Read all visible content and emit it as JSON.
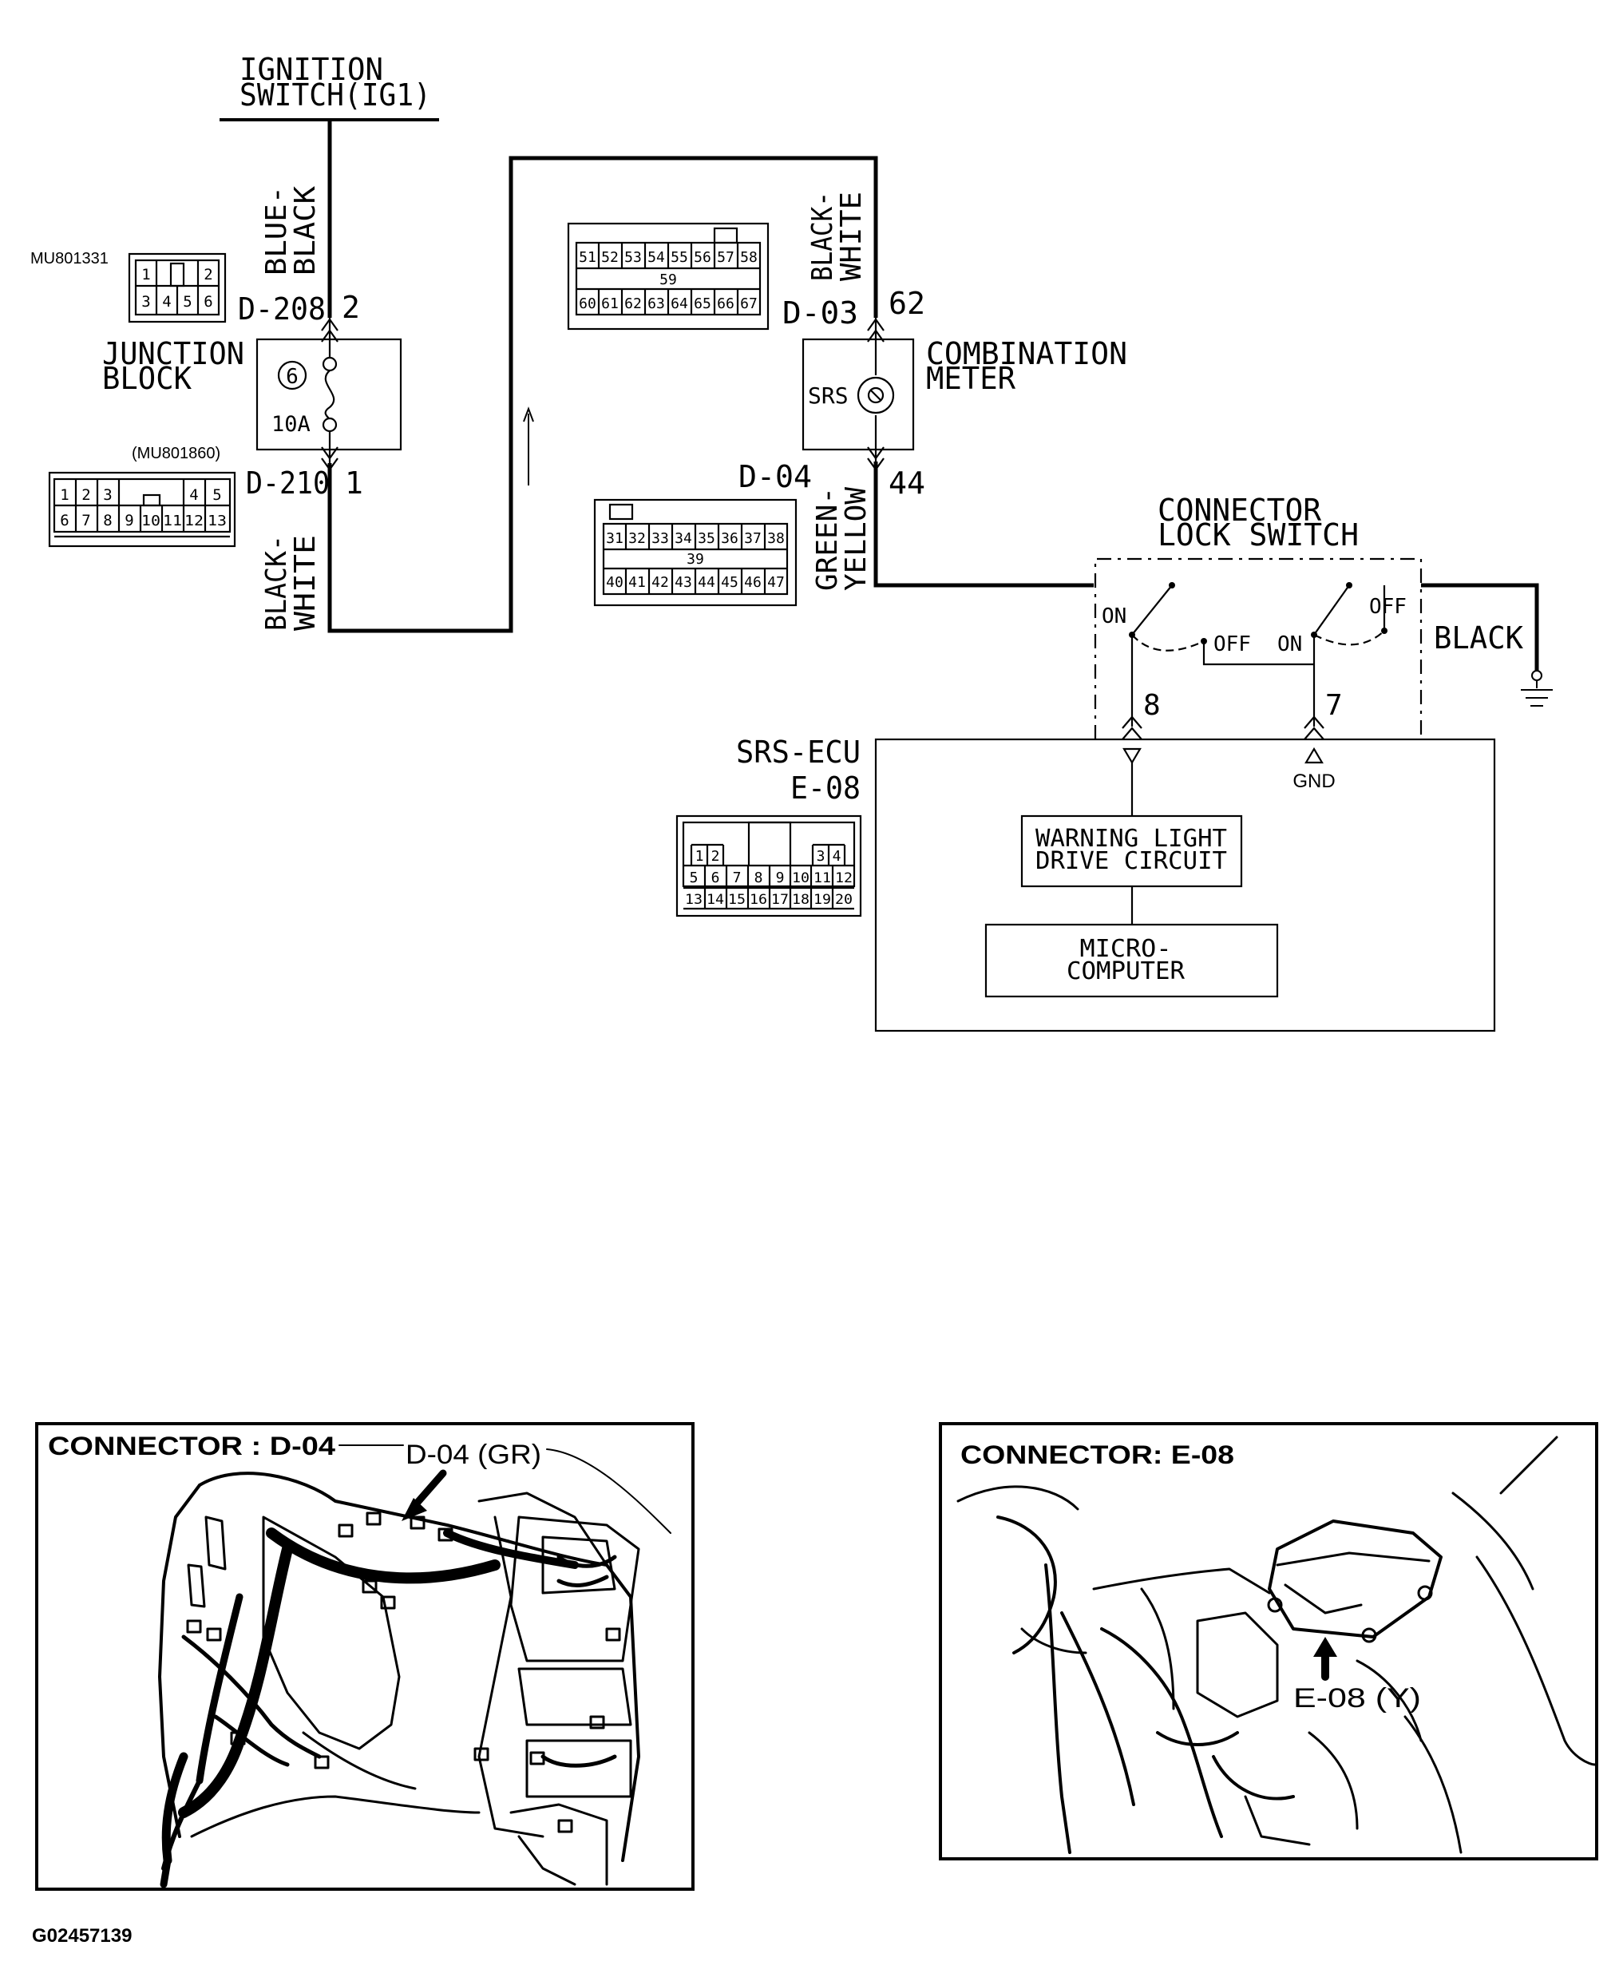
{
  "ignition": {
    "line1": "IGNITION",
    "line2": "SWITCH(IG1)"
  },
  "wire_colors": {
    "blue_black": [
      "BLUE-",
      "BLACK"
    ],
    "black_white_left": [
      "BLACK-",
      "WHITE"
    ],
    "black_white_right": [
      "BLACK-",
      "WHITE"
    ],
    "green_yellow": [
      "GREEN-",
      "YELLOW"
    ],
    "black": "BLACK"
  },
  "junction_block": {
    "name_line1": "JUNCTION",
    "name_line2": "BLOCK",
    "fuse_number": "6",
    "fuse_rating": "10A",
    "upper_connector": "D-208",
    "upper_pin": "2",
    "lower_connector": "D-210",
    "lower_pin": "1",
    "connector_code": "MU801331",
    "connector_code_2": "(MU801860)"
  },
  "connector_mu801331": {
    "row1": [
      "1",
      "",
      "2"
    ],
    "row2": [
      "3",
      "4",
      "5",
      "6"
    ]
  },
  "connector_mu801860": {
    "row1": [
      "1",
      "2",
      "3",
      "",
      "",
      "4",
      "5"
    ],
    "row2": [
      "6",
      "7",
      "8",
      "9",
      "10",
      "11",
      "12",
      "13"
    ]
  },
  "connector_d03": {
    "row1": [
      "51",
      "52",
      "53",
      "54",
      "55",
      "56",
      "57",
      "58"
    ],
    "middle": "59",
    "row2": [
      "60",
      "61",
      "62",
      "63",
      "64",
      "65",
      "66",
      "67"
    ]
  },
  "connector_d04": {
    "row1": [
      "31",
      "32",
      "33",
      "34",
      "35",
      "36",
      "37",
      "38"
    ],
    "middle": "39",
    "row2": [
      "40",
      "41",
      "42",
      "43",
      "44",
      "45",
      "46",
      "47"
    ]
  },
  "connector_e08": {
    "row0": [
      "1",
      "2",
      "",
      "",
      "3",
      "4"
    ],
    "row1": [
      "5",
      "6",
      "7",
      "8",
      "9",
      "10",
      "11",
      "12"
    ],
    "row2": [
      "13",
      "14",
      "15",
      "16",
      "17",
      "18",
      "19",
      "20"
    ]
  },
  "combination_meter": {
    "name_line1": "COMBINATION",
    "name_line2": "METER",
    "lamp_label": "SRS",
    "upper_connector": "D-03",
    "upper_pin": "62",
    "lower_connector": "D-04",
    "lower_pin": "44"
  },
  "lock_switch": {
    "title_line1": "CONNECTOR",
    "title_line2": "LOCK SWITCH",
    "on_left": "ON",
    "off_left": "OFF",
    "on_right": "ON",
    "off_right": "OFF",
    "pin_left": "8",
    "pin_right": "7"
  },
  "srs_ecu": {
    "name": "SRS-ECU",
    "connector": "E-08",
    "gnd_label": "GND",
    "warning_line1": "WARNING LIGHT",
    "warning_line2": "DRIVE CIRCUIT",
    "micro_line1": "MICRO-",
    "micro_line2": "COMPUTER"
  },
  "location_panels": {
    "left_title": "CONNECTOR : D-04",
    "left_callout": "D-04 (GR)",
    "right_title": "CONNECTOR: E-08",
    "right_callout": "E-08 (Y)"
  },
  "figure_id": "G02457139"
}
